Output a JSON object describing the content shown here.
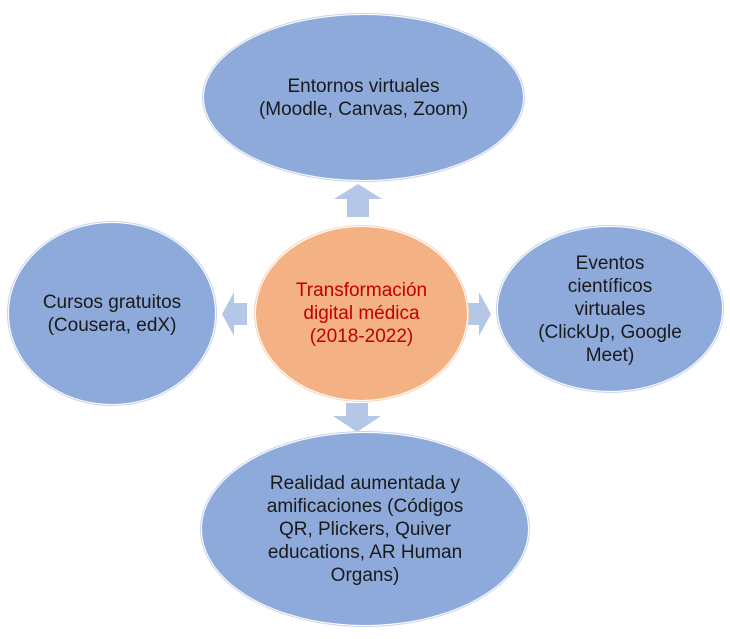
{
  "center": {
    "lines": [
      "Transformación",
      "digital médica",
      "(2018-2022)"
    ],
    "fill": "#f4b183",
    "text_color": "#c00000"
  },
  "nodes": {
    "top": {
      "lines": [
        "Entornos virtuales",
        "(Moodle, Canvas, Zoom)"
      ]
    },
    "left": {
      "lines": [
        "Cursos gratuitos",
        "(Cousera, edX)"
      ]
    },
    "right": {
      "lines": [
        "Eventos",
        "científicos",
        "virtuales",
        "(ClickUp, Google",
        "Meet)"
      ]
    },
    "bottom": {
      "lines": [
        "Realidad aumentada y",
        "amificaciones (Códigos",
        "QR, Plickers, Quiver",
        "educations, AR Human",
        "Organs)"
      ]
    }
  },
  "colors": {
    "node_fill": "#8eaadb",
    "arrow_fill": "#b4c7e7"
  }
}
